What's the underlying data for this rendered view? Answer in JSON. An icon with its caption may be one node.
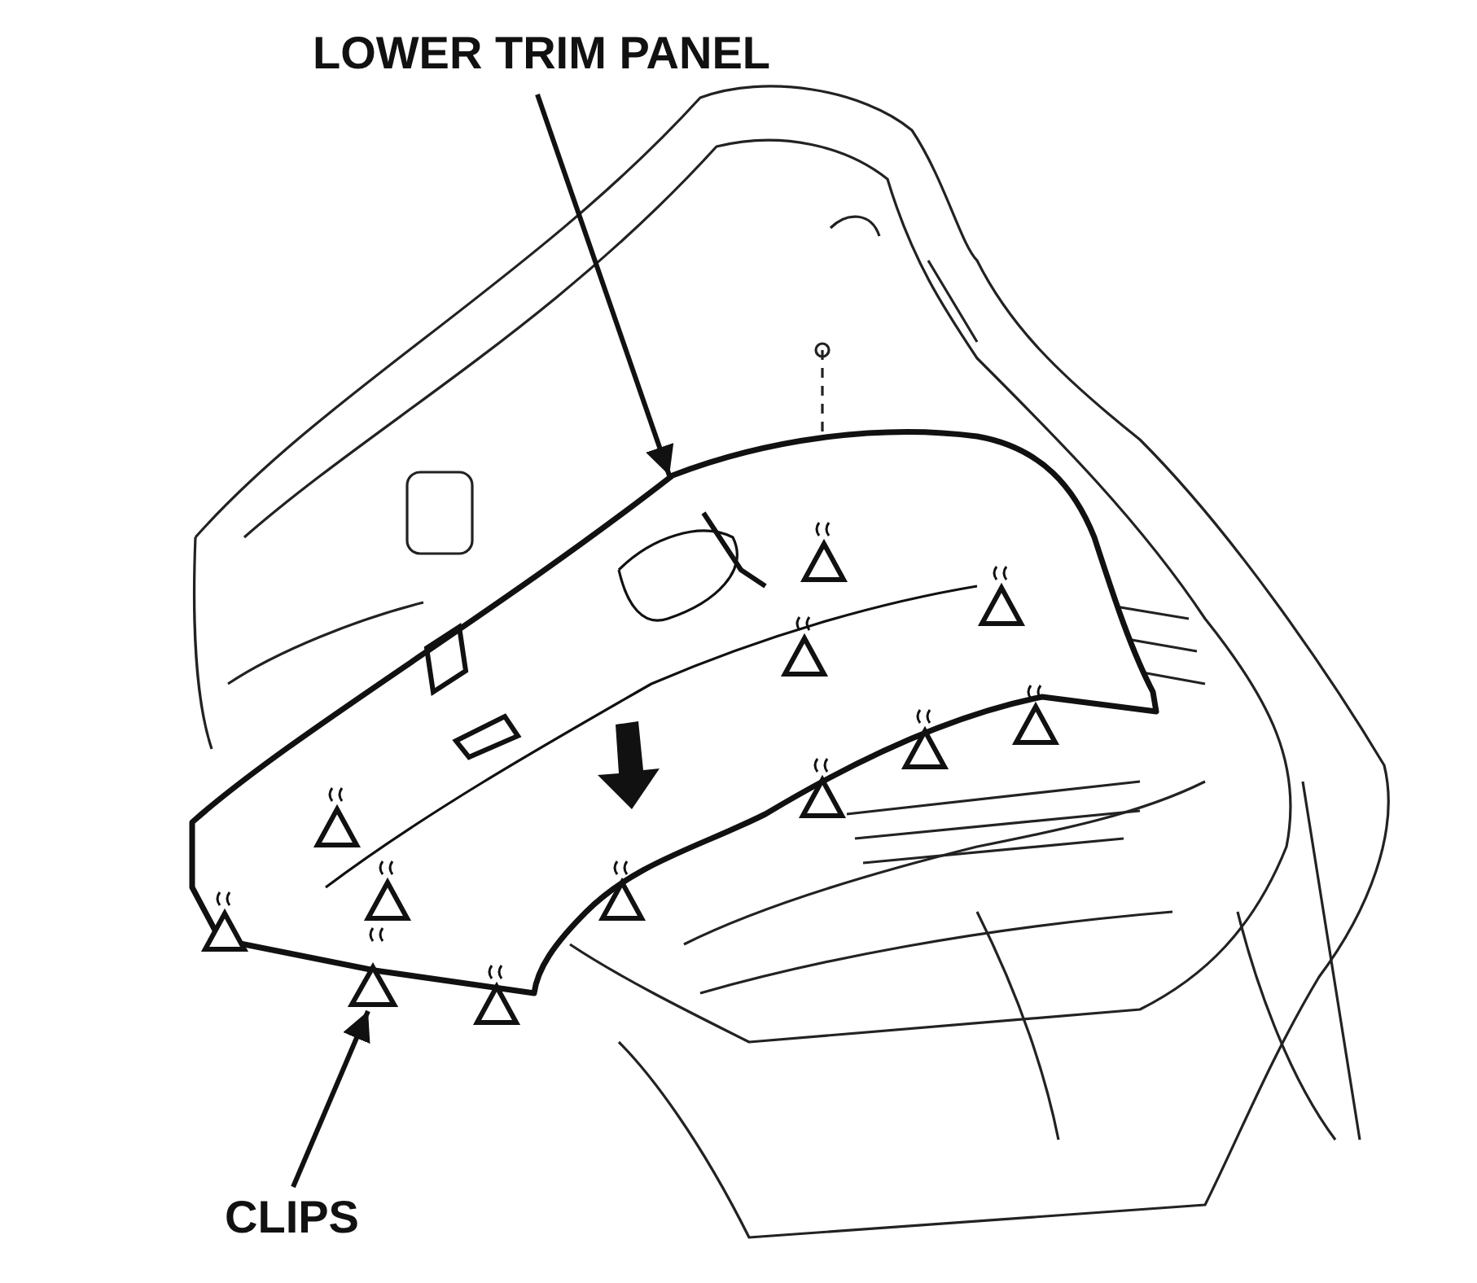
{
  "diagram": {
    "nodes": [
      {
        "text": [
          "LOWER TRIM PANEL"
        ]
      },
      {
        "text": [],
        "shape": "picture"
      },
      {
        "text": [
          "CLIPS"
        ]
      },
      {
        "text": [],
        "shape": "picture"
      }
    ],
    "edges": [
      {
        "from": 0,
        "to": 1,
        "arrow": "to"
      },
      {
        "from": 2,
        "to": 3,
        "arrow": "to"
      }
    ]
  }
}
